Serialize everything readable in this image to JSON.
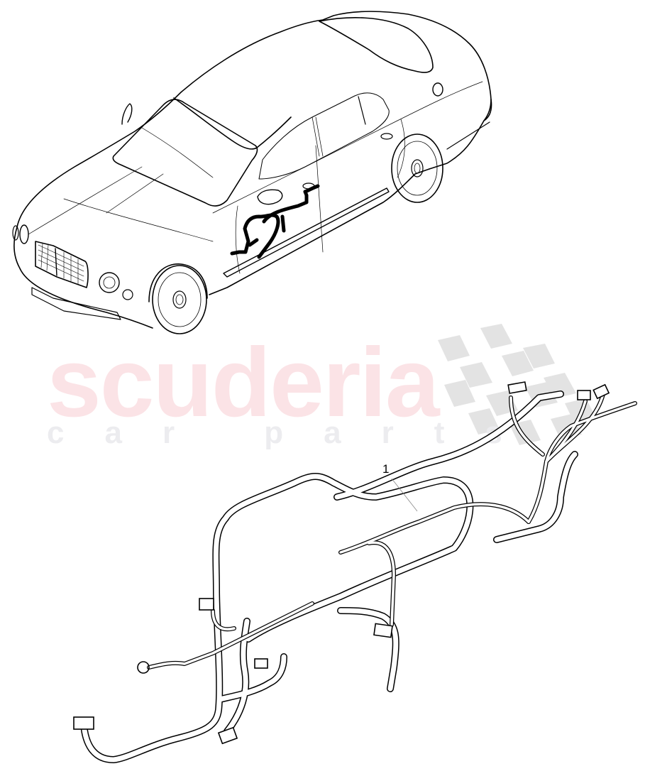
{
  "diagram": {
    "type": "parts-illustration",
    "subject": "Vehicle door wiring harness",
    "overview": {
      "label": "car-overview",
      "highlighted_part": "front-door-wiring-harness"
    },
    "callouts": [
      {
        "number": "1",
        "part": "wiring harness"
      }
    ]
  },
  "watermark": {
    "main": "scuderia",
    "sub": "car parts",
    "main_color": "#fbe3e6",
    "sub_color": "#ececef",
    "flag_color": "#e3e3e3"
  }
}
